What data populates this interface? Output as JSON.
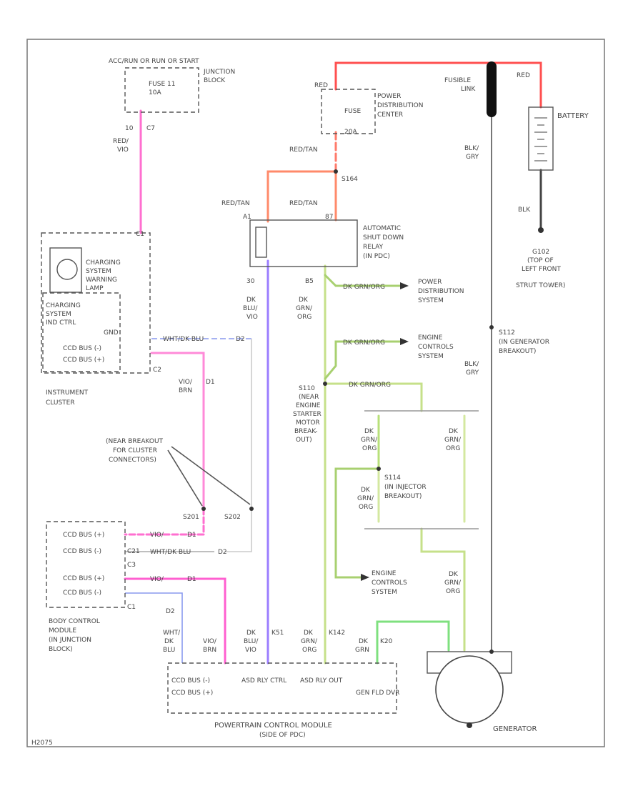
{
  "colors": {
    "red": "#ff4f4f",
    "orange": "#ff8a6a",
    "pink": "#ff6fd0",
    "purple": "#9b7dff",
    "green": "#c6e08a",
    "bright_green": "#7fe07f",
    "black": "#333333",
    "blue": "#8899ee",
    "gray": "#aaaaaa"
  },
  "labels": {
    "fuse_block": "ACC/RUN OR RUN OR START",
    "fuse_block2": "JUNCTION",
    "fuse_block3": "BLOCK",
    "fuse11": "FUSE 11",
    "fuse11_amp": "10A",
    "pin_10": "10",
    "pin_c7": "C7",
    "wire_red_vio": "RED/",
    "wire_red_vio2": "VIO",
    "pdc1": "POWER",
    "pdc2": "DISTRIBUTION",
    "pdc3": "CENTER",
    "pdc_fuse": "FUSE",
    "pdc_amp": "20A",
    "pdc_red": "RED",
    "fusible1": "FUSIBLE",
    "fusible2": "LINK",
    "red_top": "RED",
    "battery": "BATTERY",
    "red_tan1": "RED/TAN",
    "red_tan2": "RED/TAN",
    "red_tan3": "RED/TAN",
    "s164": "S164",
    "blk_gry1": "BLK/",
    "blk_gry2": "GRY",
    "blk": "BLK",
    "g102_1": "G102",
    "g102_2": "(TOP OF",
    "g102_3": "LEFT FRONT",
    "g102_4": "STRUT TOWER)",
    "asd1": "AUTOMATIC",
    "asd2": "SHUT DOWN",
    "asd3": "RELAY",
    "asd4": "(IN PDC)",
    "pin_a1": "A1",
    "pin_87": "87",
    "pin_30": "30",
    "pin_b5": "B5",
    "chg_lamp1": "CHARGING",
    "chg_lamp2": "SYSTEM",
    "chg_lamp3": "WARNING",
    "chg_lamp4": "LAMP",
    "chg_ind1": "CHARGING",
    "chg_ind2": "SYSTEM",
    "chg_ind3": "IND CTRL",
    "gnd": "GND",
    "ccd_neg": "CCD BUS (-)",
    "ccd_pos": "CCD BUS (+)",
    "pin_c2": "C2",
    "pin_c1_top": "C1",
    "cluster1": "INSTRUMENT",
    "cluster2": "CLUSTER",
    "wht_dkblu": "WHT/DK BLU",
    "d1": "D1",
    "d2_top": "D2",
    "vio_brn1": "VIO/",
    "vio_brn2": "BRN",
    "dk_blu_vio1": "DK",
    "dk_blu_vio2": "BLU/",
    "dk_blu_vio3": "VIO",
    "dk_grn_org1": "DK",
    "dk_grn_org2": "GRN/",
    "dk_grn_org3": "ORG",
    "pdc_sys1": "POWER",
    "pdc_sys2": "DISTRIBUTION",
    "pdc_sys3": "SYSTEM",
    "eng1": "ENGINE",
    "eng2": "CONTROLS",
    "eng3": "SYSTEM",
    "dkgrn_tag": "DK GRN/ORG",
    "s112_1": "S112",
    "s112_2": "(IN GENERATOR",
    "s112_3": "BREAKOUT)",
    "s110_1": "S110",
    "s110_2": "(NEAR",
    "s110_3": "ENGINE",
    "s110_4": "STARTER",
    "s110_5": "MOTOR",
    "s110_6": "BREAK-",
    "s110_7": "OUT)",
    "breakout1": "(NEAR BREAKOUT",
    "breakout2": "FOR CLUSTER",
    "breakout3": "CONNECTORS)",
    "s201": "S201",
    "s202": "S202",
    "s114_1": "S114",
    "s114_2": "(IN INJECTOR",
    "s114_3": "BREAKOUT)",
    "bcm_ccd_pos": "CCD BUS (+)",
    "bcm_ccd_neg": "CCD BUS (-)",
    "bcm_ccd_pos2": "CCD BUS (+)",
    "bcm_ccd_neg2": "CCD BUS (-)",
    "pin_c21": "C21",
    "pin_c3": "C3",
    "pin_c1": "C1",
    "bcm1": "BODY CONTROL",
    "bcm2": "MODULE",
    "bcm3": "(IN JUNCTION",
    "bcm4": "BLOCK)",
    "d2": "D2",
    "wht_dkblu_lbl1": "WHT/",
    "wht_dkblu_lbl2": "DK",
    "wht_dkblu_lbl3": "BLU",
    "vio_brn_lbl1": "VIO/",
    "vio_brn_lbl2": "BRN",
    "dkblu_lbl1": "DK",
    "dkblu_lbl2": "BLU/",
    "dkblu_lbl3": "VIO",
    "k51": "K51",
    "dkgrn_lbl1": "DK",
    "dkgrn_lbl2": "GRN/",
    "dkgrn_lbl3": "ORG",
    "k142": "K142",
    "dkgrn2_lbl1": "DK",
    "dkgrn2_lbl2": "GRN",
    "k20": "K20",
    "pcm_c1": "CCD BUS (-)",
    "pcm_c2": "CCD BUS (+)",
    "pcm_asd_ctrl": "ASD RLY CTRL",
    "pcm_asd_out": "ASD RLY OUT",
    "pcm_gen": "GEN FLD DVR",
    "pcm1": "POWERTRAIN CONTROL MODULE",
    "pcm2": "(SIDE OF PDC)",
    "generator": "GENERATOR",
    "code": "H2075"
  }
}
